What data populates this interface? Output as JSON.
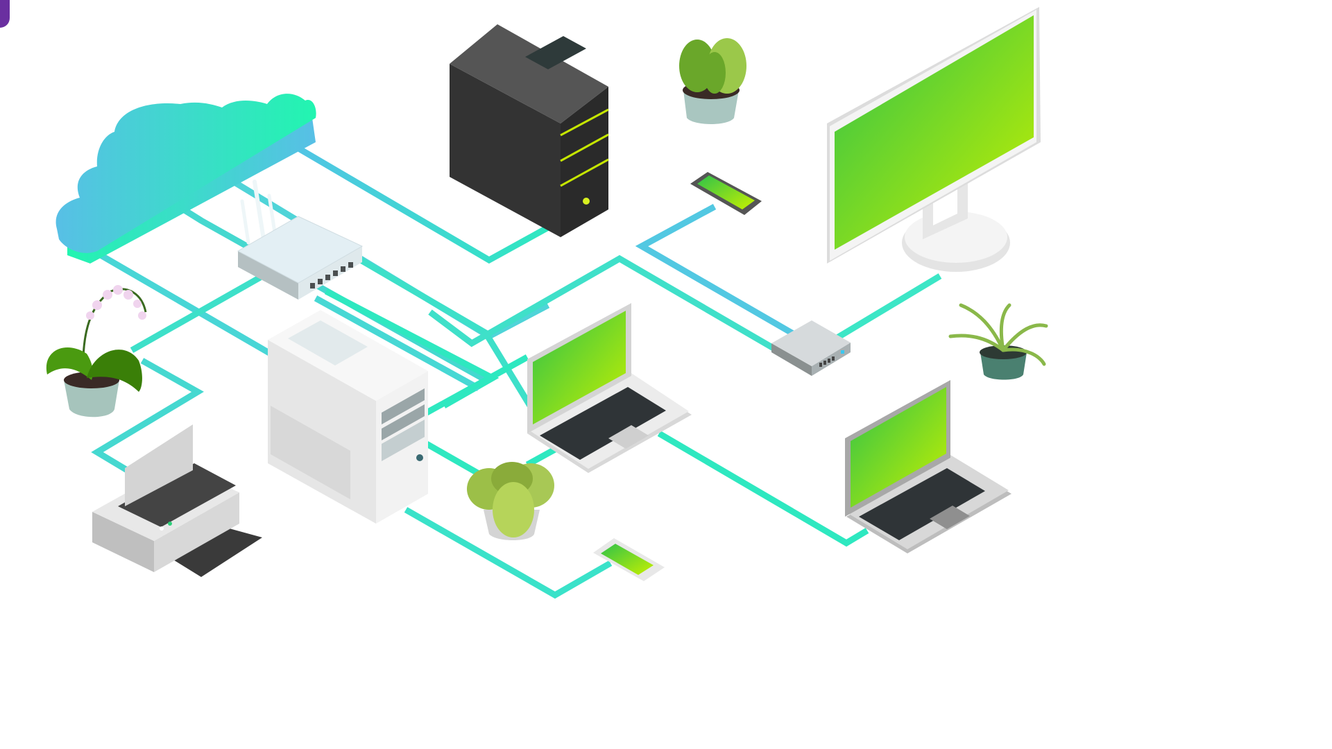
{
  "diagram": {
    "theme": {
      "background": "#ffffff",
      "cable_teal": "#2ee8c0",
      "cable_blue": "#52c3e6",
      "screen_green": "#2fc24a",
      "screen_lime": "#c6f000",
      "server_dark": "#333333",
      "server_light": "#ececec",
      "accent_purple": "#6a2fa0"
    },
    "nodes": [
      {
        "id": "cloud",
        "icon": "cloud-icon"
      },
      {
        "id": "wifi-router",
        "icon": "router-icon"
      },
      {
        "id": "dark-server",
        "icon": "server-tower-icon"
      },
      {
        "id": "light-server",
        "icon": "server-tower-icon"
      },
      {
        "id": "desktop-monitor",
        "icon": "monitor-icon"
      },
      {
        "id": "network-switch",
        "icon": "switch-icon"
      },
      {
        "id": "laptop-center",
        "icon": "laptop-icon"
      },
      {
        "id": "laptop-right",
        "icon": "laptop-icon"
      },
      {
        "id": "smartphone-top",
        "icon": "smartphone-icon"
      },
      {
        "id": "smartphone-bottom",
        "icon": "smartphone-icon"
      },
      {
        "id": "printer",
        "icon": "printer-icon"
      },
      {
        "id": "cactus-plant",
        "icon": "cactus-icon"
      },
      {
        "id": "orchid-plant",
        "icon": "orchid-icon"
      },
      {
        "id": "spider-plant",
        "icon": "plant-icon"
      },
      {
        "id": "leafy-plant",
        "icon": "plant-icon"
      }
    ]
  }
}
